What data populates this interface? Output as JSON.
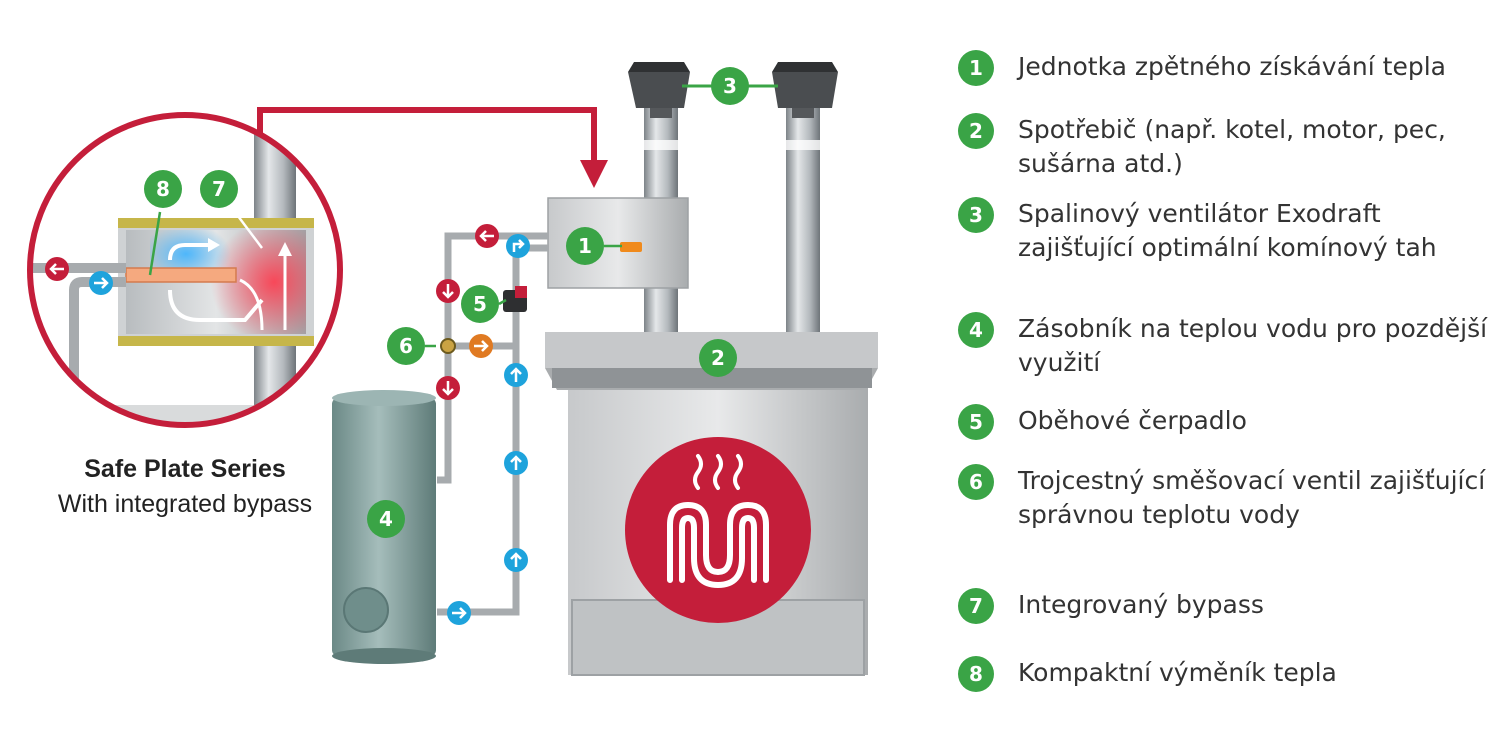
{
  "colors": {
    "badge_green": "#3aa446",
    "accent_red": "#c41e3a",
    "flow_blue": "#1ea3dc",
    "flow_orange": "#e07a22",
    "tank_teal": "#7f9e9c"
  },
  "icons": {
    "appliance_symbol": "heating-coil-icon",
    "hot_flow": "red-arrow-icon",
    "cold_flow": "blue-arrow-icon",
    "mixed_flow": "orange-arrow-icon"
  },
  "markers": {
    "m1": "1",
    "m2": "2",
    "m3": "3",
    "m4": "4",
    "m5": "5",
    "m6": "6",
    "m7": "7",
    "m8": "8"
  },
  "inset": {
    "title": "Safe Plate Series",
    "subtitle": "With integrated bypass"
  },
  "legend": [
    {
      "number": "1",
      "text": "Jednotka zpětného získávání tepla"
    },
    {
      "number": "2",
      "text": "Spotřebič (např. kotel, motor, pec, sušárna atd.)"
    },
    {
      "number": "3",
      "text": "Spalinový ventilátor Exodraft zajišťující optimální komínový tah"
    },
    {
      "number": "4",
      "text": "Zásobník na teplou vodu pro pozdější využití"
    },
    {
      "number": "5",
      "text": "Oběhové čerpadlo"
    },
    {
      "number": "6",
      "text": "Trojcestný směšovací ventil zajišťující správnou teplotu vody"
    },
    {
      "number": "7",
      "text": "Integrovaný bypass"
    },
    {
      "number": "8",
      "text": "Kompaktní výměník tepla"
    }
  ]
}
